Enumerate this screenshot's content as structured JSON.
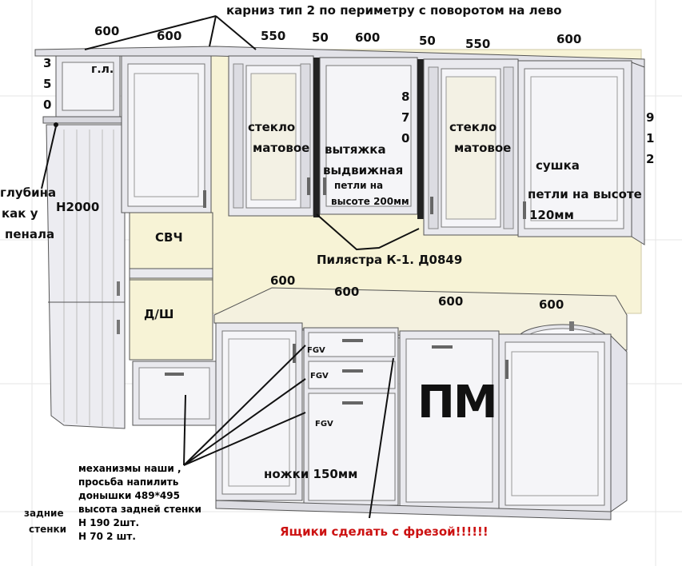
{
  "header": {
    "cornice_note": "карниз тип 2 по периметру с поворотом на лево"
  },
  "dimensions": {
    "top": [
      "600",
      "600",
      "550",
      "50",
      "600",
      "50",
      "550",
      "600"
    ],
    "countertop": [
      "600",
      "600",
      "600",
      "600"
    ],
    "heights": {
      "mezzanine": [
        "3",
        "5",
        "0"
      ],
      "hood": [
        "8",
        "7",
        "0"
      ],
      "right_wall": [
        "9",
        "1",
        "2"
      ]
    }
  },
  "labels": {
    "mezzanine": "г.л.",
    "depth_line1": "глубина",
    "depth_line2": "как у",
    "depth_line3": "пенала",
    "fridge_height": "Н2000",
    "microwave": "СВЧ",
    "dishwasher": "Д/Ш",
    "glass_left_1": "стекло",
    "glass_left_2": "матовое",
    "hood_1": "вытяжка",
    "hood_2": "выдвижная",
    "hood_hinges_1": "петли на",
    "hood_hinges_2": "высоте 200мм",
    "glass_right_1": "стекло",
    "glass_right_2": "матовое",
    "dryer": "сушка",
    "hinges_right_1": "петли на высоте",
    "hinges_right_2": "120мм",
    "pilaster": "Пилястра К-1. Д0849",
    "fgv": [
      "FGV",
      "FGV",
      "FGV"
    ],
    "dishwasher_pm": "ПМ",
    "legs": "ножки 150мм",
    "drawers_note": "Ящики сделать с фрезой!!!!!!",
    "back_walls_1": "задние",
    "back_walls_2": "стенки"
  },
  "notes": {
    "line1": "механизмы наши ,",
    "line2": "просьба напилить",
    "line3": "донышки 489*495",
    "line4": "высота задней стенки",
    "line5": "Н 190  2шт.",
    "line6": "Н 70 2 шт."
  },
  "colors": {
    "cabinet": "#e9e9ee",
    "panel": "#f5f5f8",
    "wall": "#f7f3d6",
    "countertop": "#f4f1df",
    "outline": "#555555",
    "accent_red": "#cc1111"
  }
}
